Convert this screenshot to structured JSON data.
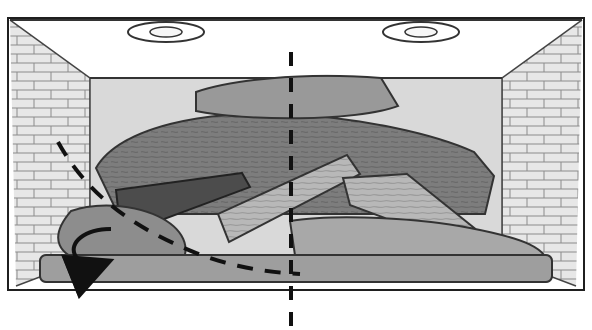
{
  "figure": {
    "kind": "technical-illustration",
    "subject": "fireplace-log-set",
    "style": "grayscale sketch",
    "colors": {
      "paper": "#ffffff",
      "line": "#1f1f1f",
      "brick_fill": "#e7e7e7",
      "firebox_fill": "#d9d9d9",
      "log_dark": "#4c4c4c",
      "log_mid": "#7a7a7a",
      "log_light": "#b8b8b8",
      "grate_fill": "#9e9e9e",
      "guide_line": "#111111"
    },
    "icons": [
      "fireplace-frame-icon",
      "left-brick-wall-icon",
      "right-brick-wall-icon",
      "top-vent-icon",
      "log-stack-icon",
      "center-guide-line-icon",
      "curved-placement-arrow-icon"
    ]
  }
}
